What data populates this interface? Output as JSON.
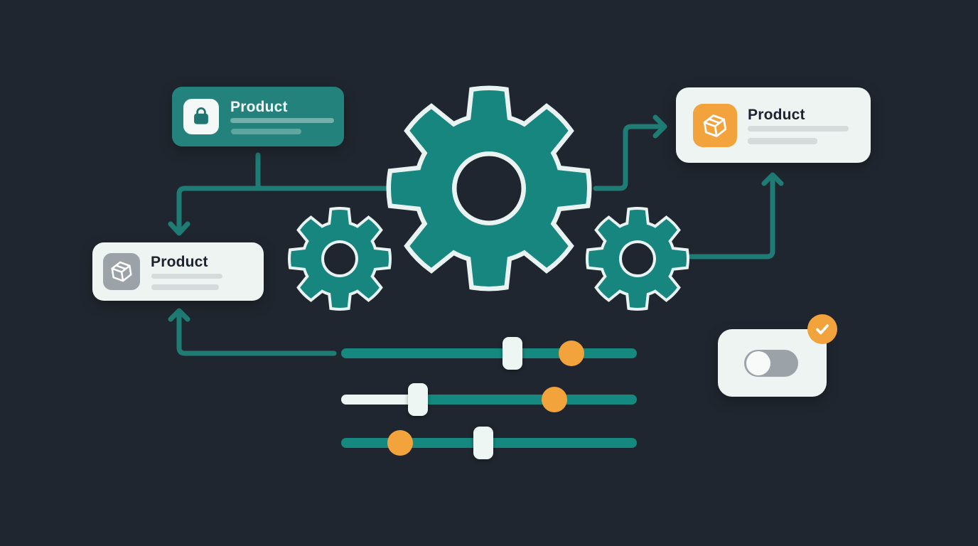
{
  "scene": {
    "description": "Product configuration workflow illustration with gears, product cards, sliders and a toggle"
  },
  "colors": {
    "background": "#20262F",
    "gear_teal": "#17867E",
    "gear_outline": "#E9F4F2",
    "card_teal": "#23827C",
    "card_light": "#EDF4F2",
    "connector_teal": "#1E7C74",
    "orange": "#F2A33C",
    "gray": "#9BA2A8",
    "title_dark": "#1C232E",
    "title_light": "#F3FAF8",
    "placeholder_gray": "#D5DBDA",
    "placeholder_teal": "#7FB9B4",
    "slider_track": "#15897F",
    "handle_fill": "#EDF6F3"
  },
  "cards": {
    "top_left": {
      "title": "Product",
      "icon": "shopping-bag",
      "variant": "teal"
    },
    "mid_left": {
      "title": "Product",
      "icon": "package-box",
      "variant": "light-gray"
    },
    "top_right": {
      "title": "Product",
      "icon": "package-box",
      "variant": "light-orange"
    }
  },
  "gears": {
    "large": 1,
    "small": 2
  },
  "sliders": [
    {
      "handle_percent": 58,
      "dot_percent": 78,
      "filled_to_handle": false
    },
    {
      "handle_percent": 26,
      "dot_percent": 72,
      "filled_to_handle": true
    },
    {
      "handle_percent": 48,
      "dot_percent": 20,
      "filled_to_handle": false
    }
  ],
  "toggle": {
    "state": "off",
    "badge": "checkmark"
  }
}
